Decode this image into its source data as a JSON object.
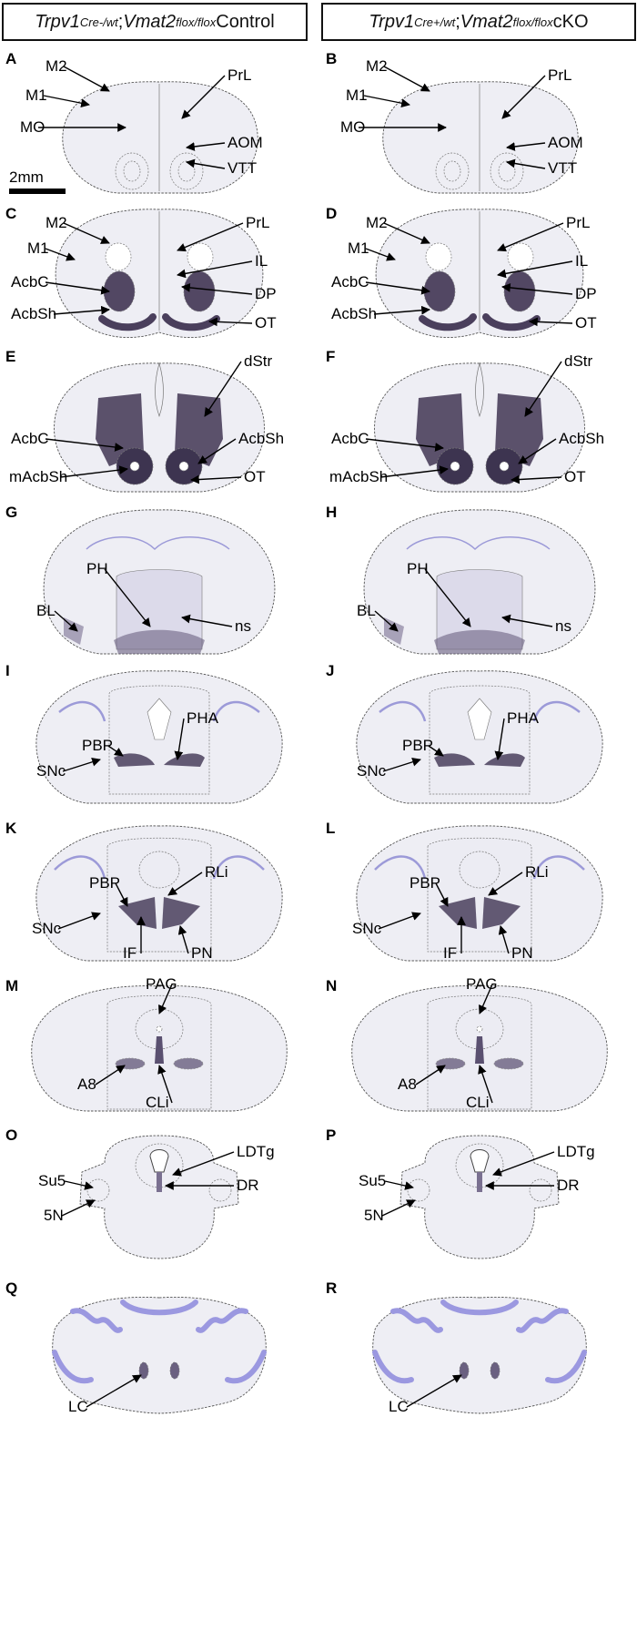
{
  "header": {
    "left": {
      "gene": "Trpv1",
      "gene_sup": "Cre-/wt",
      "sep": "; ",
      "gene2": "Vmat2",
      "gene2_sup": "flox/flox",
      "group": "Control"
    },
    "right": {
      "gene": "Trpv1",
      "gene_sup": "Cre+/wt",
      "sep": "; ",
      "gene2": "Vmat2",
      "gene2_sup": "flox/flox",
      "group": "cKO"
    }
  },
  "scale_bar": "2mm",
  "colors": {
    "bg": "#ffffff",
    "tissue": "#eeeef4",
    "tissue_b": "#e9e9f3",
    "stain": "#4a3f5c",
    "cereb": "#9b98e0",
    "line": "#000000"
  },
  "panels": [
    {
      "letter": "A",
      "type": "rostral",
      "labels": [
        "M2",
        "M1",
        "MO",
        "PrL",
        "AOM",
        "VTT"
      ]
    },
    {
      "letter": "B",
      "type": "rostral",
      "labels": [
        "M2",
        "M1",
        "MO",
        "PrL",
        "AOM",
        "VTT"
      ]
    },
    {
      "letter": "C",
      "type": "acb",
      "labels": [
        "M2",
        "M1",
        "AcbC",
        "AcbSh",
        "PrL",
        "IL",
        "DP",
        "OT"
      ]
    },
    {
      "letter": "D",
      "type": "acb",
      "labels": [
        "M2",
        "M1",
        "AcbC",
        "AcbSh",
        "PrL",
        "IL",
        "DP",
        "OT"
      ]
    },
    {
      "letter": "E",
      "type": "str",
      "labels": [
        "dStr",
        "AcbC",
        "AcbSh",
        "mAcbSh",
        "OT"
      ]
    },
    {
      "letter": "F",
      "type": "str",
      "labels": [
        "dStr",
        "AcbC",
        "AcbSh",
        "mAcbSh",
        "OT"
      ]
    },
    {
      "letter": "G",
      "type": "hyp",
      "labels": [
        "PH",
        "BL",
        "ns"
      ]
    },
    {
      "letter": "H",
      "type": "hyp",
      "labels": [
        "PH",
        "BL",
        "ns"
      ]
    },
    {
      "letter": "I",
      "type": "mid",
      "labels": [
        "PBP",
        "PHA",
        "SNc"
      ]
    },
    {
      "letter": "J",
      "type": "mid",
      "labels": [
        "PBP",
        "PHA",
        "SNc"
      ]
    },
    {
      "letter": "K",
      "type": "mid2",
      "labels": [
        "PBP",
        "RLi",
        "SNc",
        "IF",
        "PN"
      ]
    },
    {
      "letter": "L",
      "type": "mid2",
      "labels": [
        "PBP",
        "RLi",
        "SNc",
        "IF",
        "PN"
      ]
    },
    {
      "letter": "M",
      "type": "pag",
      "labels": [
        "PAG",
        "A8",
        "CLi"
      ]
    },
    {
      "letter": "N",
      "type": "pag",
      "labels": [
        "PAG",
        "A8",
        "CLi"
      ]
    },
    {
      "letter": "O",
      "type": "pons",
      "labels": [
        "LDTg",
        "Su5",
        "DR",
        "5N"
      ]
    },
    {
      "letter": "P",
      "type": "pons",
      "labels": [
        "LDTg",
        "Su5",
        "DR",
        "5N"
      ]
    },
    {
      "letter": "Q",
      "type": "lc",
      "labels": [
        "LC"
      ]
    },
    {
      "letter": "R",
      "type": "lc",
      "labels": [
        "LC"
      ]
    }
  ]
}
